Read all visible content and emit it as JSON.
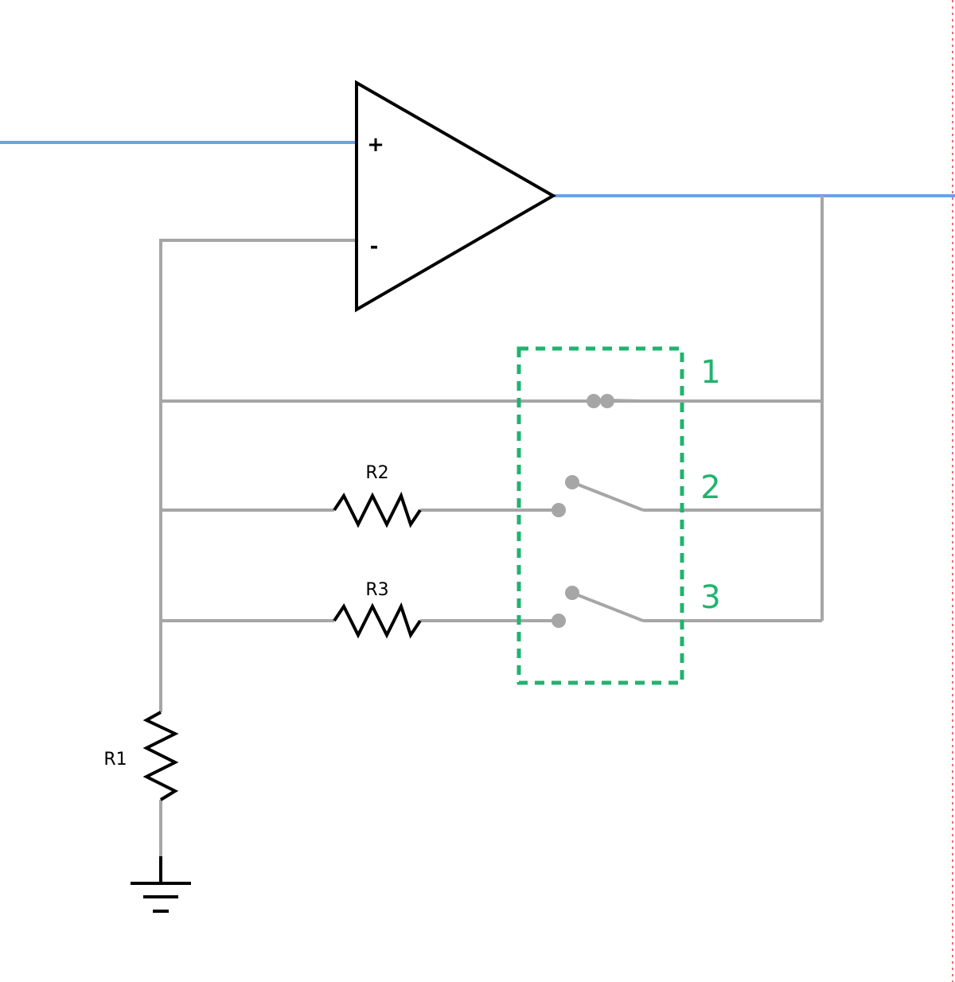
{
  "colors": {
    "signal": "#6fa0e6",
    "wire": "#a6a6a6",
    "symbol": "#000000",
    "switch_box": "#21b36e",
    "edge_marker": "#e04040"
  },
  "opamp": {
    "plus_label": "+",
    "minus_label": "-"
  },
  "resistors": {
    "r1": "R1",
    "r2": "R2",
    "r3": "R3"
  },
  "switch_bank": {
    "positions": [
      "1",
      "2",
      "3"
    ]
  }
}
